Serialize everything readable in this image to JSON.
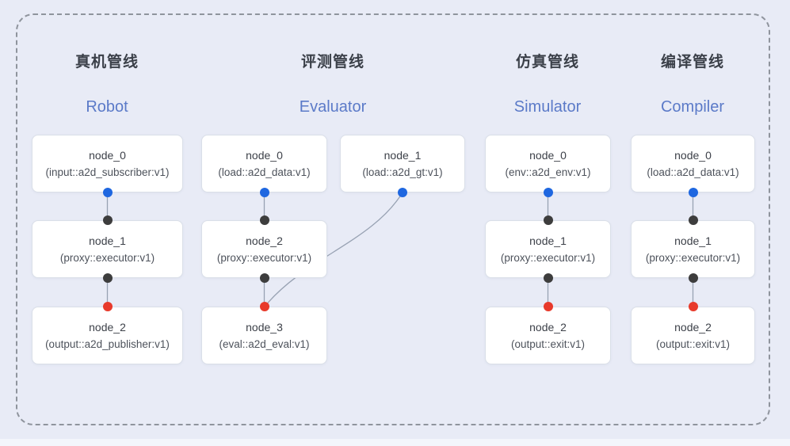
{
  "diagram_title": "pipeline-overview",
  "colors": {
    "background": "#e8ebf6",
    "frame_dash": "#8f949d",
    "node_background": "#ffffff",
    "node_border": "#dadfe8",
    "title_zh_color": "#3b4049",
    "title_en_color": "#5b7ac8",
    "edge_color": "#98a2b3",
    "port_blue": "#1f67e0",
    "port_black": "#3d3d3d",
    "port_red": "#e83a2b"
  },
  "pipelines": [
    {
      "title_zh": "真机管线",
      "title_en": "Robot",
      "nodes": [
        {
          "name": "node_0",
          "type": "(input::a2d_subscriber:v1)"
        },
        {
          "name": "node_1",
          "type": "(proxy::executor:v1)"
        },
        {
          "name": "node_2",
          "type": "(output::a2d_publisher:v1)"
        }
      ],
      "edges": [
        {
          "from": "node_0",
          "to": "node_1"
        },
        {
          "from": "node_1",
          "to": "node_2"
        }
      ]
    },
    {
      "title_zh": "评测管线",
      "title_en": "Evaluator",
      "nodes": [
        {
          "name": "node_0",
          "type": "(load::a2d_data:v1)"
        },
        {
          "name": "node_1",
          "type": "(load::a2d_gt:v1)"
        },
        {
          "name": "node_2",
          "type": "(proxy::executor:v1)"
        },
        {
          "name": "node_3",
          "type": "(eval::a2d_eval:v1)"
        }
      ],
      "edges": [
        {
          "from": "node_0",
          "to": "node_2"
        },
        {
          "from": "node_1",
          "to": "node_3"
        },
        {
          "from": "node_2",
          "to": "node_3"
        }
      ]
    },
    {
      "title_zh": "仿真管线",
      "title_en": "Simulator",
      "nodes": [
        {
          "name": "node_0",
          "type": "(env::a2d_env:v1)"
        },
        {
          "name": "node_1",
          "type": "(proxy::executor:v1)"
        },
        {
          "name": "node_2",
          "type": "(output::exit:v1)"
        }
      ],
      "edges": [
        {
          "from": "node_0",
          "to": "node_1"
        },
        {
          "from": "node_1",
          "to": "node_2"
        }
      ]
    },
    {
      "title_zh": "编译管线",
      "title_en": "Compiler",
      "nodes": [
        {
          "name": "node_0",
          "type": "(load::a2d_data:v1)"
        },
        {
          "name": "node_1",
          "type": "(proxy::executor:v1)"
        },
        {
          "name": "node_2",
          "type": "(output::exit:v1)"
        }
      ],
      "edges": [
        {
          "from": "node_0",
          "to": "node_1"
        },
        {
          "from": "node_1",
          "to": "node_2"
        }
      ]
    }
  ]
}
